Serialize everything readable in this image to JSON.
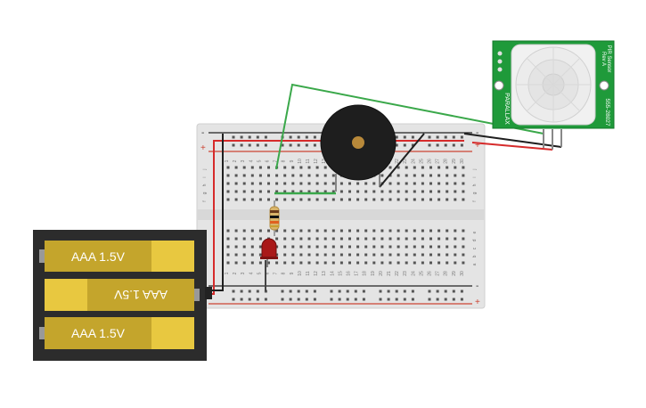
{
  "battery_pack": {
    "cells": [
      {
        "label": "AAA 1.5V",
        "inverted": false
      },
      {
        "label": "AAA 1.5V",
        "inverted": true
      },
      {
        "label": "AAA 1.5V",
        "inverted": false
      }
    ]
  },
  "breadboard": {
    "rail_minus": "-",
    "rail_plus": "+",
    "columns": [
      "1",
      "2",
      "3",
      "4",
      "5",
      "6",
      "7",
      "8",
      "9",
      "10",
      "11",
      "12",
      "13",
      "14",
      "15",
      "16",
      "17",
      "18",
      "19",
      "20",
      "21",
      "22",
      "23",
      "24",
      "25",
      "26",
      "27",
      "28",
      "29",
      "30"
    ],
    "rows_top": [
      "j",
      "i",
      "h",
      "g",
      "f"
    ],
    "rows_bottom": [
      "e",
      "d",
      "c",
      "b",
      "a"
    ]
  },
  "pir_sensor": {
    "title": "PIR Sensor",
    "rev": "Rev A",
    "part": "555-28027",
    "brand": "PARALLAX"
  },
  "colors": {
    "red_wire": "#d62b2b",
    "black_wire": "#1f1f1f",
    "green_wire": "#3aa84a",
    "battery_yellow": "#e8c840",
    "pcb_green": "#1f9a3a"
  }
}
